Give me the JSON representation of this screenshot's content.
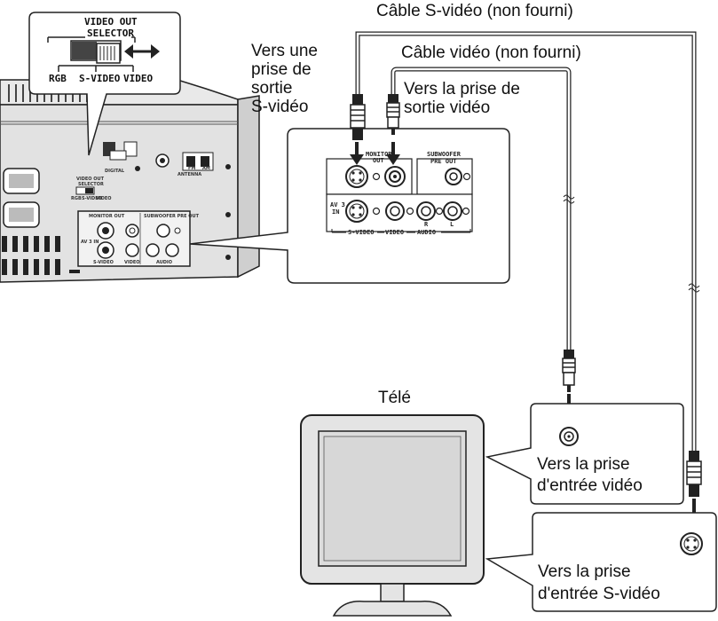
{
  "labels": {
    "svideo_cable": "Câble S-vidéo (non fourni)",
    "video_cable": "Câble vidéo (non fourni)",
    "to_svideo_out": [
      "Vers une",
      "prise de",
      "sortie",
      "S-vidéo"
    ],
    "to_video_out": [
      "Vers la prise de",
      "sortie vidéo"
    ],
    "tv": "Télé",
    "to_video_in": [
      "Vers la prise",
      "d'entrée vidéo"
    ],
    "to_svideo_in": [
      "Vers la prise",
      "d'entrée S-vidéo"
    ]
  },
  "selector_callout": {
    "title": [
      "VIDEO OUT",
      "SELECTOR"
    ],
    "positions": [
      "RGB",
      "S-VIDEO",
      "VIDEO"
    ]
  },
  "panel_callout": {
    "monitor_out": [
      "MONITOR",
      "OUT"
    ],
    "subwoofer": [
      "SUBWOOFER",
      "PRE OUT"
    ],
    "av3_in": [
      "AV 3",
      "IN"
    ],
    "channels": [
      "R",
      "L"
    ],
    "groups": [
      "S-VIDEO",
      "VIDEO",
      "AUDIO"
    ]
  },
  "unit_panel": {
    "digital": "DIGITAL",
    "antenna": "ANTENNA",
    "fm": "FM",
    "am": "AM",
    "selector": [
      "VIDEO OUT",
      "SELECTOR"
    ],
    "positions": [
      "RGB",
      "S-VIDEO",
      "VIDEO"
    ],
    "monitor_out": "MONITOR OUT",
    "subwoofer": "SUBWOOFER PRE OUT",
    "av3_in": "AV 3 IN",
    "groups": [
      "S-VIDEO",
      "VIDEO",
      "AUDIO"
    ]
  }
}
